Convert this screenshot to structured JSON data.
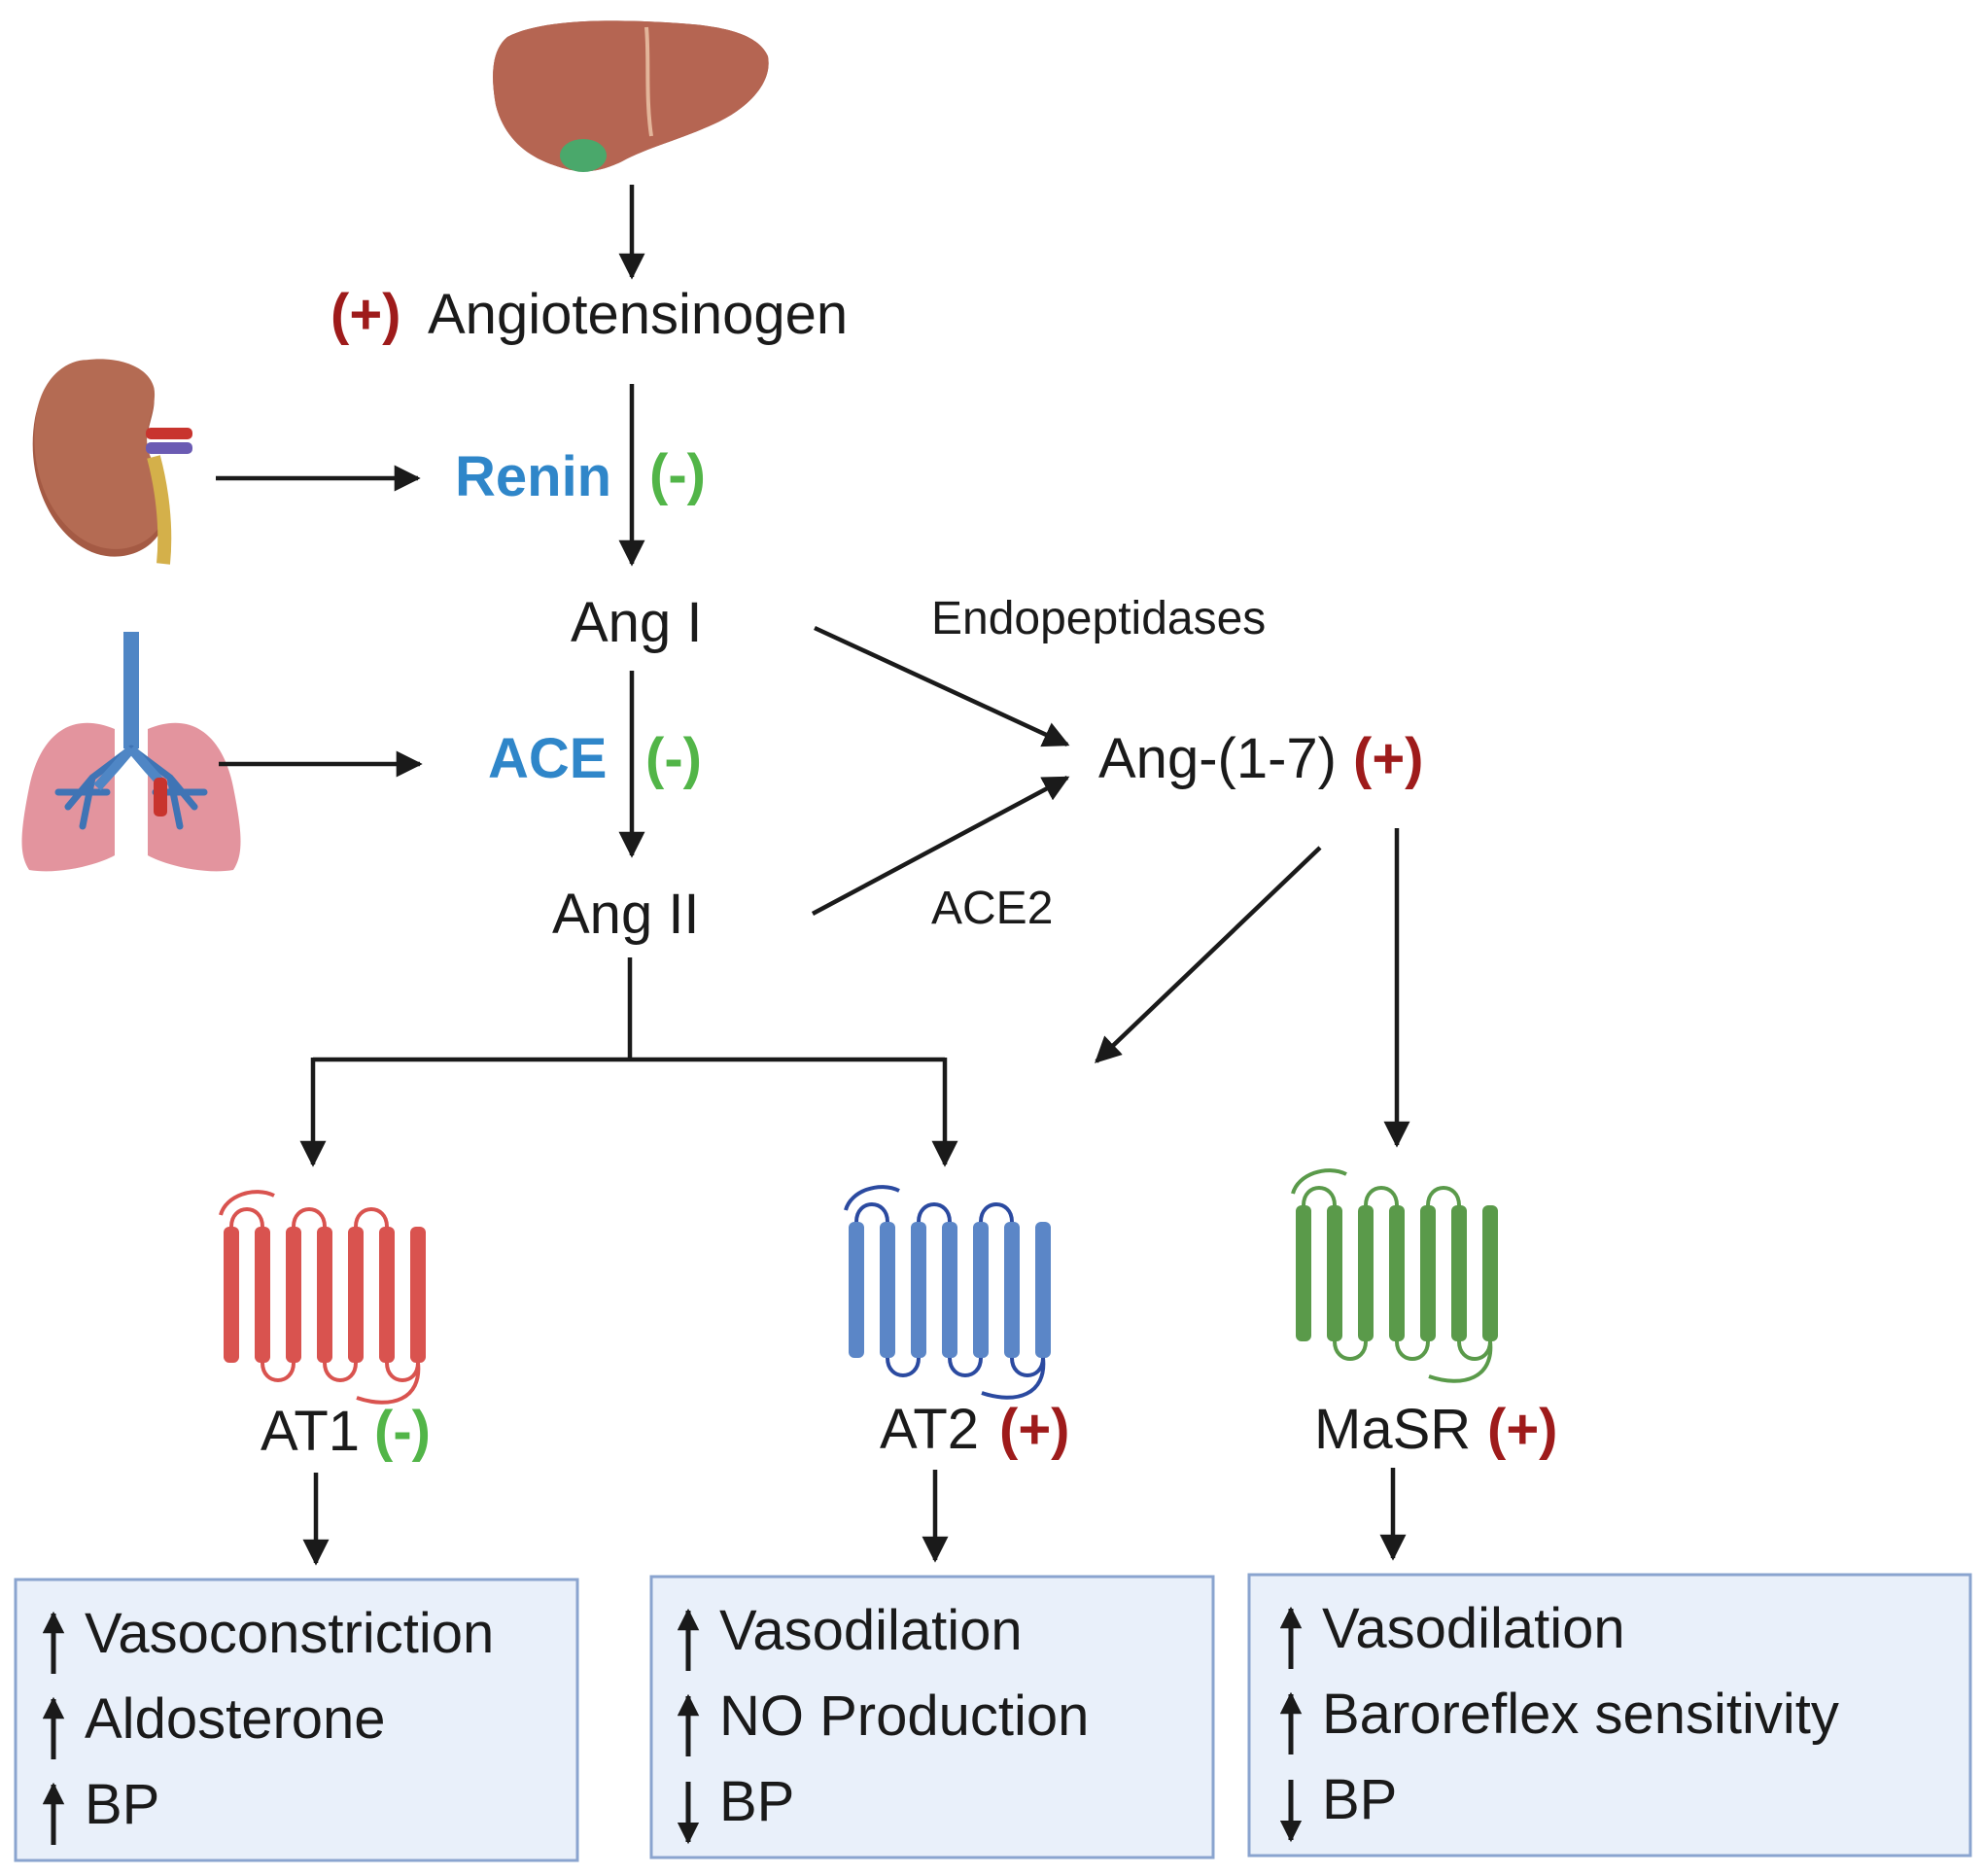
{
  "colors": {
    "enzyme_blue": "#2f86c9",
    "plus_red": "#9e1b1b",
    "minus_green": "#52b548",
    "at1_red": "#d9534f",
    "at2_blue": "#5b86c7",
    "masr_green": "#5a9a4a",
    "box_fill": "#e9f0fa",
    "box_border": "#8aa4cf"
  },
  "organs": {
    "liver": "liver-icon",
    "kidney": "kidney-icon",
    "lung": "lung-icon"
  },
  "nodes": {
    "angiotensinogen": {
      "sign": "(+)",
      "label": "Angiotensinogen"
    },
    "renin": {
      "label": "Renin",
      "sign": "(-)"
    },
    "ang1": {
      "label": "Ang I"
    },
    "ace": {
      "label": "ACE",
      "sign": "(-)"
    },
    "ang2": {
      "label": "Ang II"
    },
    "ang17": {
      "label": "Ang-(1-7)",
      "sign": "(+)"
    },
    "endopeptidases": {
      "label": "Endopeptidases"
    },
    "ace2": {
      "label": "ACE2"
    }
  },
  "receptors": [
    {
      "label": "AT1",
      "sign": "(-)",
      "effects": [
        {
          "dir": "up",
          "text": "Vasoconstriction"
        },
        {
          "dir": "up",
          "text": "Aldosterone"
        },
        {
          "dir": "up",
          "text": "BP"
        }
      ]
    },
    {
      "label": "AT2",
      "sign": "(+)",
      "effects": [
        {
          "dir": "up",
          "text": "Vasodilation"
        },
        {
          "dir": "up",
          "text": "NO Production"
        },
        {
          "dir": "down",
          "text": "BP"
        }
      ]
    },
    {
      "label": "MaSR",
      "sign": "(+)",
      "effects": [
        {
          "dir": "up",
          "text": "Vasodilation"
        },
        {
          "dir": "up",
          "text": "Baroreflex sensitivity"
        },
        {
          "dir": "down",
          "text": "BP"
        }
      ]
    }
  ]
}
